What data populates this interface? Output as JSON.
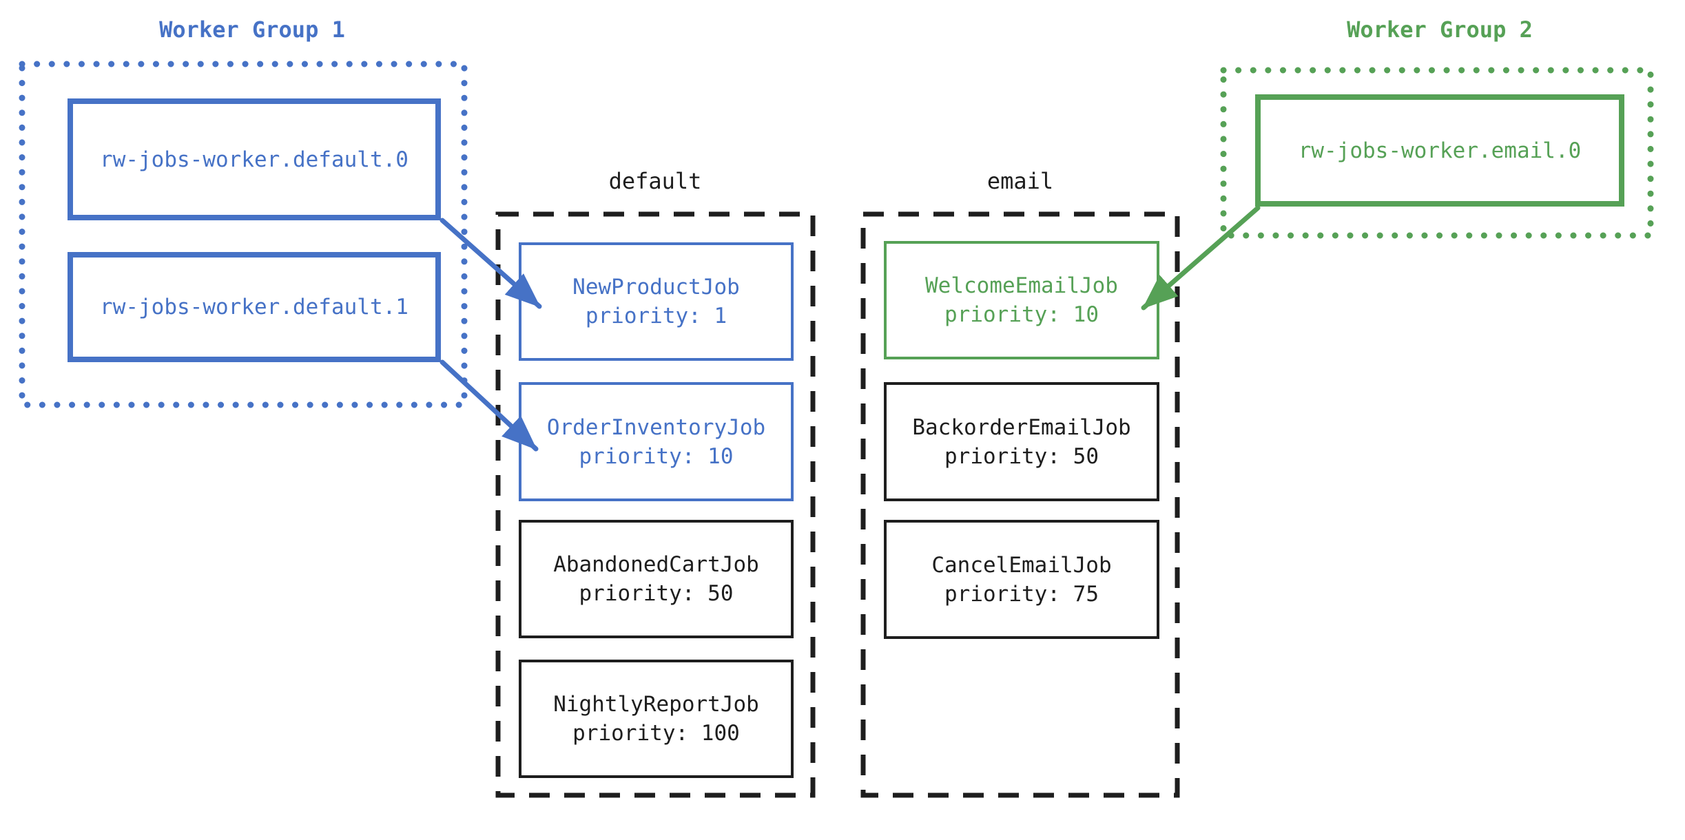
{
  "palette": {
    "blue": "#4672C6",
    "green": "#56A156",
    "ink": "#1E1E1E",
    "background": "#FFFFFF"
  },
  "groups": [
    {
      "title": "Worker Group 1",
      "color": "blue",
      "workers": [
        {
          "name": "rw-jobs-worker.default.0"
        },
        {
          "name": "rw-jobs-worker.default.1"
        }
      ]
    },
    {
      "title": "Worker Group 2",
      "color": "green",
      "workers": [
        {
          "name": "rw-jobs-worker.email.0"
        }
      ]
    }
  ],
  "queues": [
    {
      "label": "default",
      "jobs": [
        {
          "name": "NewProductJob",
          "priority_label": "priority: 1",
          "color": "blue"
        },
        {
          "name": "OrderInventoryJob",
          "priority_label": "priority: 10",
          "color": "blue"
        },
        {
          "name": "AbandonedCartJob",
          "priority_label": "priority: 50",
          "color": "black"
        },
        {
          "name": "NightlyReportJob",
          "priority_label": "priority: 100",
          "color": "black"
        }
      ]
    },
    {
      "label": "email",
      "jobs": [
        {
          "name": "WelcomeEmailJob",
          "priority_label": "priority: 10",
          "color": "green"
        },
        {
          "name": "BackorderEmailJob",
          "priority_label": "priority: 50",
          "color": "black"
        },
        {
          "name": "CancelEmailJob",
          "priority_label": "priority: 75",
          "color": "black"
        }
      ]
    }
  ],
  "edges": [
    {
      "from": "rw-jobs-worker.default.0",
      "to": "NewProductJob",
      "color": "blue"
    },
    {
      "from": "rw-jobs-worker.default.1",
      "to": "OrderInventoryJob",
      "color": "blue"
    },
    {
      "from": "rw-jobs-worker.email.0",
      "to": "WelcomeEmailJob",
      "color": "green"
    }
  ]
}
